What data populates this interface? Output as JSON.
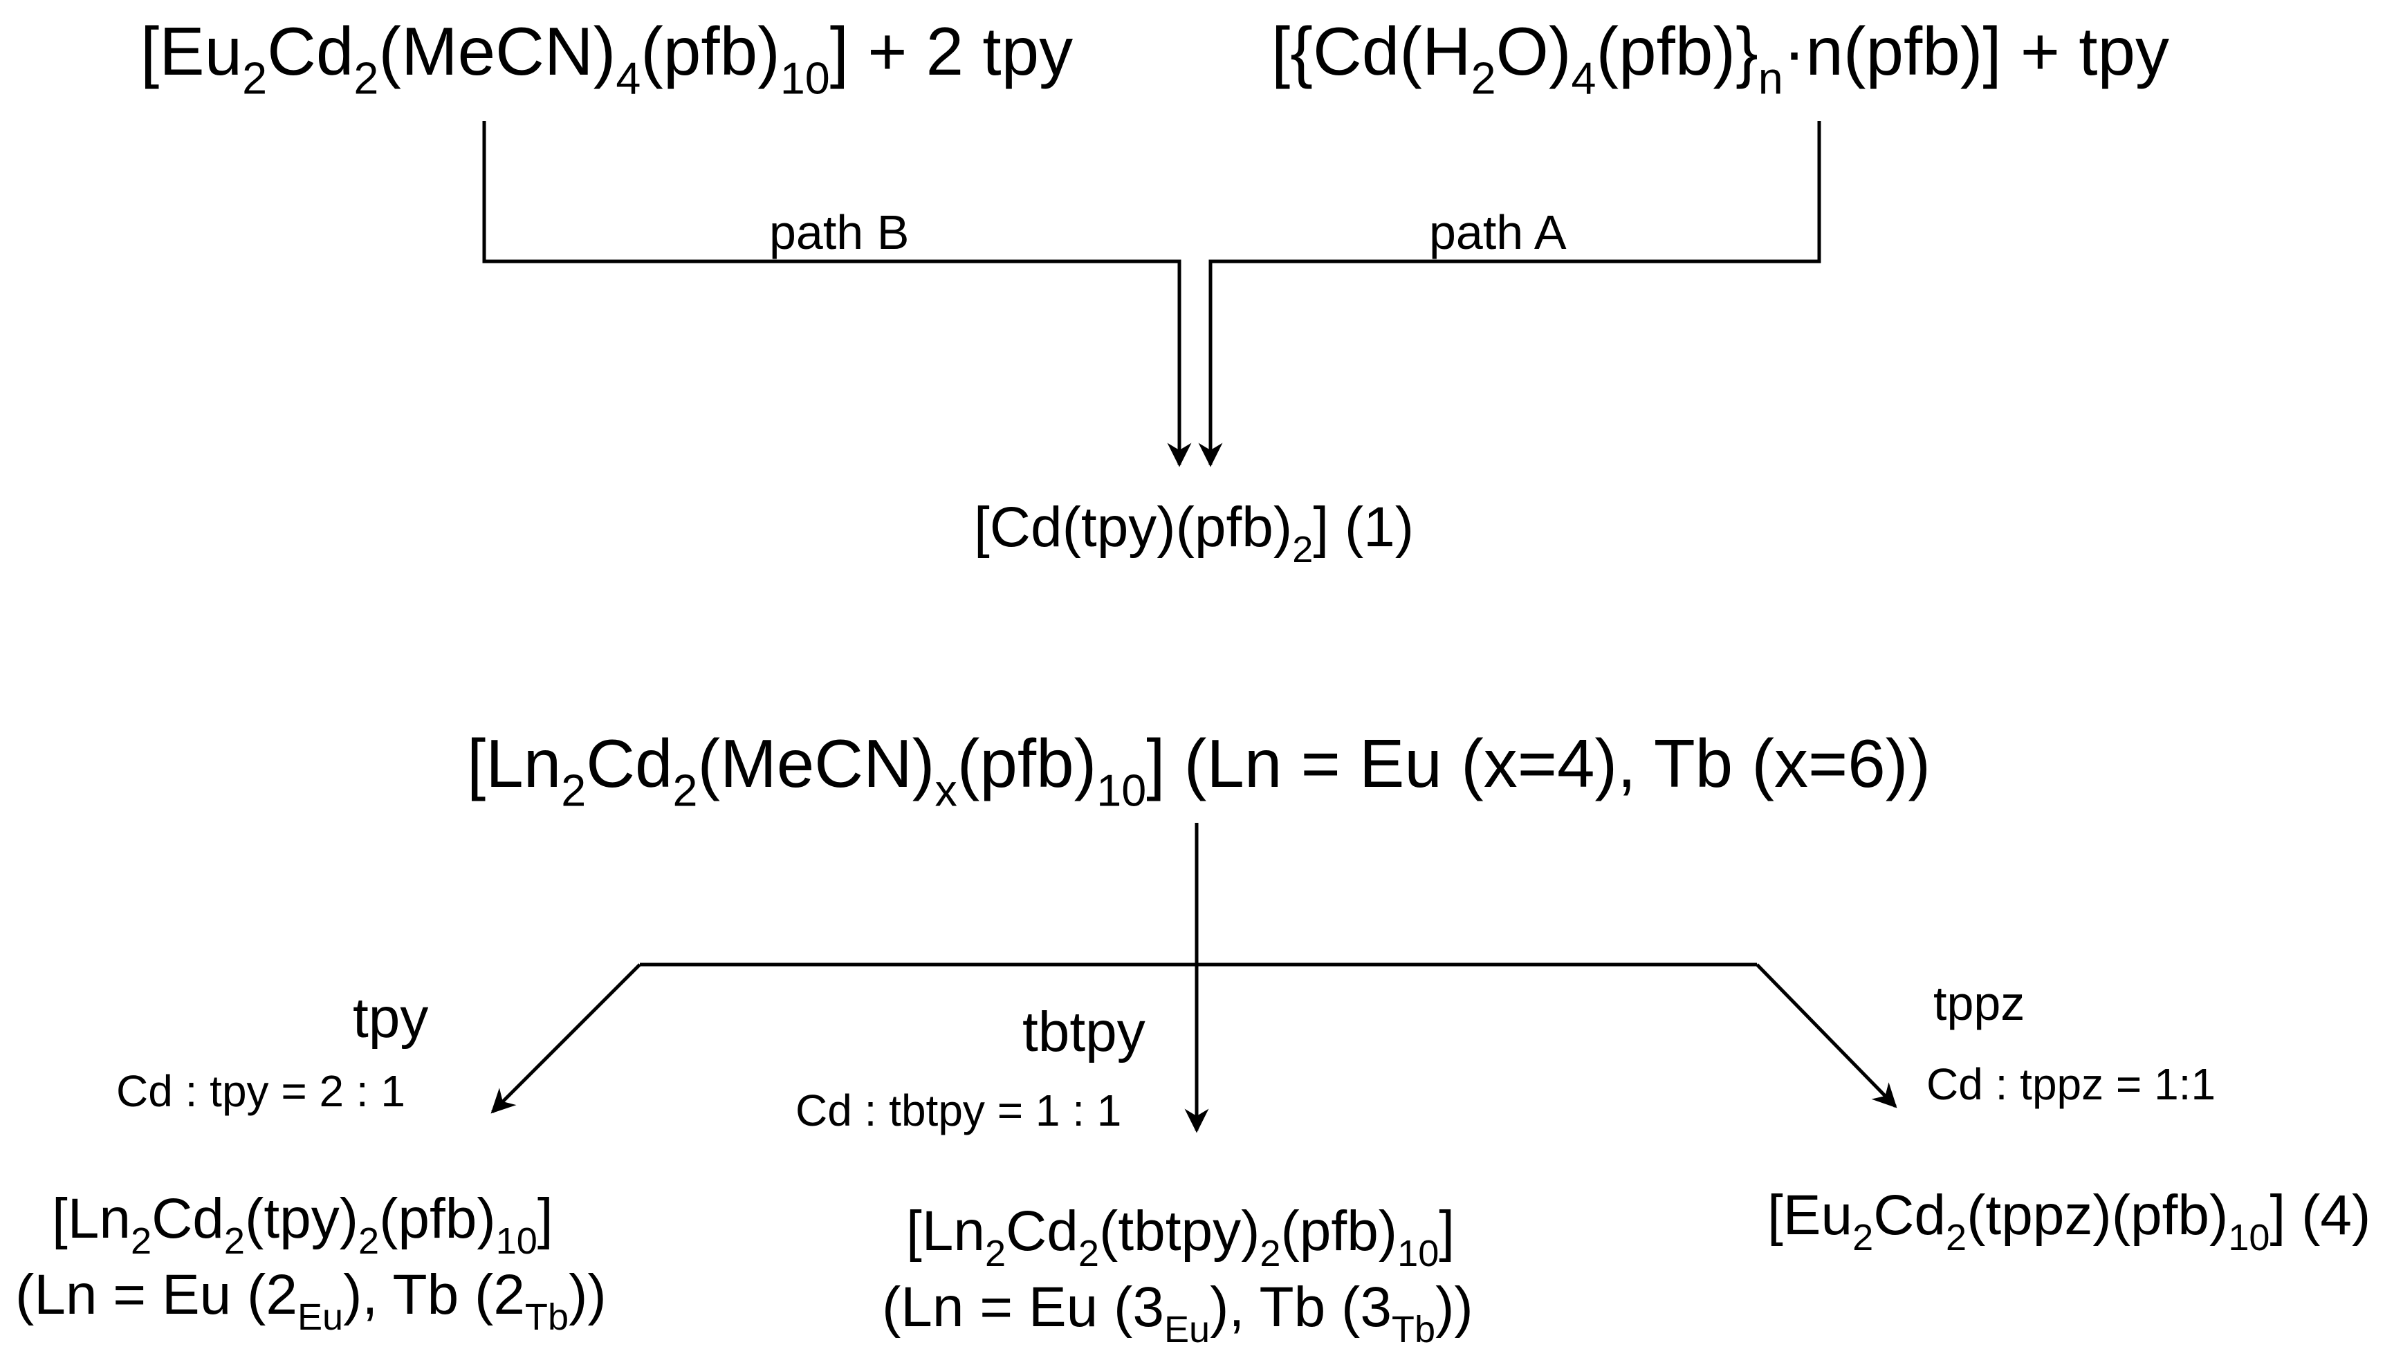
{
  "colors": {
    "ink": "#000000",
    "background": "#ffffff"
  },
  "top": {
    "reactant_left": [
      {
        "t": "[Eu"
      },
      {
        "t": "2",
        "sub": true
      },
      {
        "t": "Cd"
      },
      {
        "t": "2",
        "sub": true
      },
      {
        "t": "(MeCN)"
      },
      {
        "t": "4",
        "sub": true
      },
      {
        "t": "(pfb)"
      },
      {
        "t": "10",
        "sub": true
      },
      {
        "t": "] + 2 tpy"
      }
    ],
    "reactant_right": [
      {
        "t": "[{Cd(H"
      },
      {
        "t": "2",
        "sub": true
      },
      {
        "t": "O)"
      },
      {
        "t": "4",
        "sub": true
      },
      {
        "t": "(pfb)}"
      },
      {
        "t": "n",
        "sub": true
      },
      {
        "t": "·n(pfb)] + tpy"
      }
    ],
    "path_b_label": "path B",
    "path_a_label": "path A",
    "product": [
      {
        "t": "[Cd(tpy)(pfb)"
      },
      {
        "t": "2",
        "sub": true
      },
      {
        "t": "] (1)"
      }
    ]
  },
  "bottom": {
    "reactant": [
      {
        "t": "[Ln"
      },
      {
        "t": "2",
        "sub": true
      },
      {
        "t": "Cd"
      },
      {
        "t": "2",
        "sub": true
      },
      {
        "t": "(MeCN)"
      },
      {
        "t": "x",
        "sub": true
      },
      {
        "t": "(pfb)"
      },
      {
        "t": "10",
        "sub": true
      },
      {
        "t": "] (Ln = Eu (x=4), Tb (x=6))"
      }
    ],
    "branches": [
      {
        "ligand": "tpy",
        "ratio": "Cd : tpy = 2 : 1",
        "product_line1": [
          {
            "t": "[Ln"
          },
          {
            "t": "2",
            "sub": true
          },
          {
            "t": "Cd"
          },
          {
            "t": "2",
            "sub": true
          },
          {
            "t": "(tpy)"
          },
          {
            "t": "2",
            "sub": true
          },
          {
            "t": "(pfb)"
          },
          {
            "t": "10",
            "sub": true
          },
          {
            "t": "]"
          }
        ],
        "product_line2": [
          {
            "t": "(Ln = Eu (2"
          },
          {
            "t": "Eu",
            "sub": true
          },
          {
            "t": "), Tb (2"
          },
          {
            "t": "Tb",
            "sub": true
          },
          {
            "t": "))"
          }
        ]
      },
      {
        "ligand": "tbtpy",
        "ratio": "Cd : tbtpy = 1 : 1",
        "product_line1": [
          {
            "t": "[Ln"
          },
          {
            "t": "2",
            "sub": true
          },
          {
            "t": "Cd"
          },
          {
            "t": "2",
            "sub": true
          },
          {
            "t": "(tbtpy)"
          },
          {
            "t": "2",
            "sub": true
          },
          {
            "t": "(pfb)"
          },
          {
            "t": "10",
            "sub": true
          },
          {
            "t": "]"
          }
        ],
        "product_line2": [
          {
            "t": "(Ln = Eu (3"
          },
          {
            "t": "Eu",
            "sub": true
          },
          {
            "t": "), Tb (3"
          },
          {
            "t": "Tb",
            "sub": true
          },
          {
            "t": "))"
          }
        ]
      },
      {
        "ligand": "tppz",
        "ratio": "Cd : tppz = 1:1",
        "product_line1": [
          {
            "t": "[Eu"
          },
          {
            "t": "2",
            "sub": true
          },
          {
            "t": "Cd"
          },
          {
            "t": "2",
            "sub": true
          },
          {
            "t": "(tppz)(pfb)"
          },
          {
            "t": "10",
            "sub": true
          },
          {
            "t": "] (4)"
          }
        ],
        "product_line2": []
      }
    ]
  }
}
